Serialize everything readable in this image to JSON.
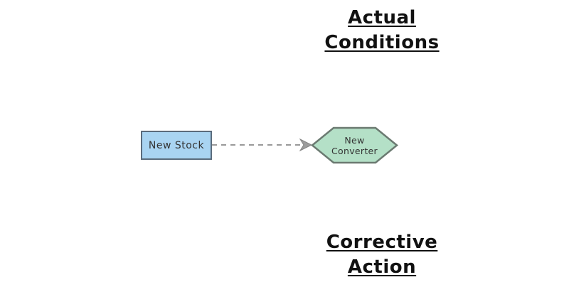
{
  "canvas": {
    "background": "#ffffff"
  },
  "annotations": {
    "top_label": "Actual Conditions",
    "bottom_label": "Corrective Action"
  },
  "nodes": {
    "stock": {
      "shape": "rectangle",
      "label": "New Stock",
      "fill": "#a9d4f2",
      "border": "#5a6b7c"
    },
    "converter": {
      "shape": "hexagon",
      "label": "New Converter",
      "fill": "#b4e0c7",
      "border": "#6b7a71"
    }
  },
  "link": {
    "from": "New Stock",
    "to": "New Converter",
    "style": "dashed",
    "color": "#999999",
    "arrowhead_color": "#9c9c9c"
  }
}
